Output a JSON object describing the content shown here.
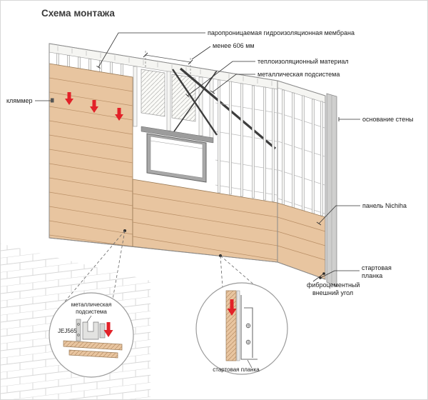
{
  "title": "Схема монтажа",
  "labels": {
    "membrane": "паропроницаемая гидроизоляционная мембрана",
    "max_spacing": "менее 606 мм",
    "insulation": "теплоизоляционный материал",
    "metal_subsystem": "металлическая подсистема",
    "wall_base": "основание стены",
    "panel": "панель Nichiha",
    "start_strip_line1": "стартовая",
    "start_strip_line2": "планка",
    "corner_line1": "фиброцементный",
    "corner_line2": "внешний угол",
    "clip": "кляммер"
  },
  "details": {
    "left": {
      "title_line1": "металлическая",
      "title_line2": "подсистема",
      "part_code": "JEJ565"
    },
    "right": {
      "label": "стартовая планка"
    }
  },
  "colors": {
    "panel": "#e8c5a0",
    "accent": "#e22128"
  }
}
